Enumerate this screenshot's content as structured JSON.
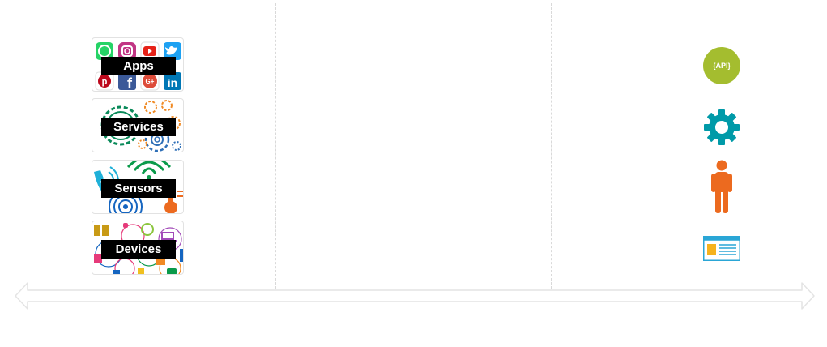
{
  "tiles": [
    {
      "label": "Apps"
    },
    {
      "label": "Services"
    },
    {
      "label": "Sensors"
    },
    {
      "label": "Devices"
    }
  ],
  "right_icons": [
    {
      "icon": "api-badge-icon",
      "text": "{API}",
      "color": "#a4bd2f"
    },
    {
      "icon": "gear-icon",
      "color": "#009aa8"
    },
    {
      "icon": "person-icon",
      "color": "#ec6a1f"
    },
    {
      "icon": "browser-window-icon",
      "color": "#2aa6d6"
    }
  ],
  "colors": {
    "divider": "#d9d9d9",
    "axis": "#e4e4e4",
    "label_bg": "#000000",
    "label_text": "#ffffff"
  }
}
